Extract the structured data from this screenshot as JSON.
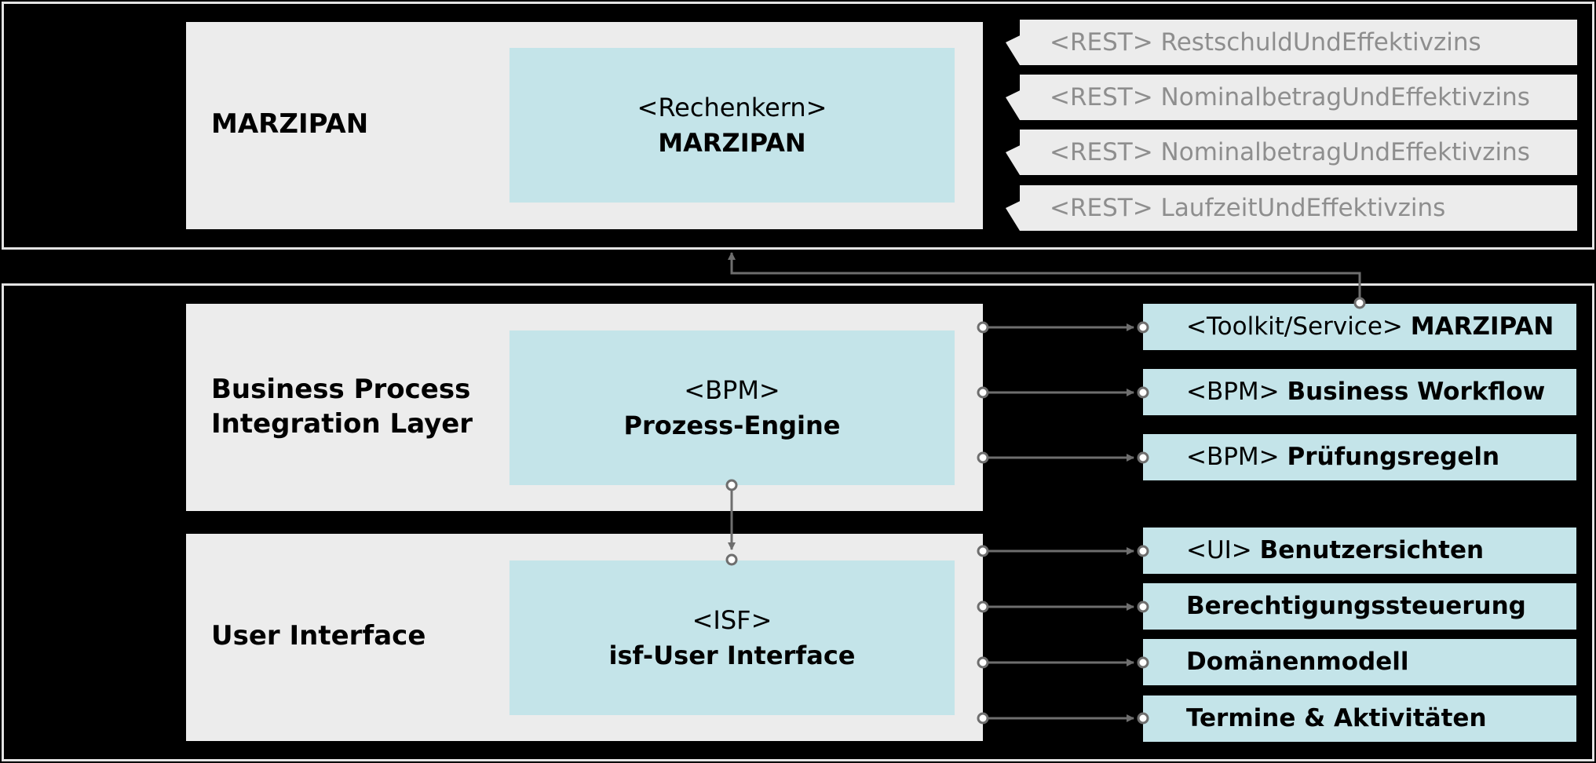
{
  "marzipan_layer": {
    "label": "MARZIPAN",
    "component": {
      "stereotype": "<Rechenkern>",
      "name": "MARZIPAN"
    },
    "interfaces": [
      {
        "label": "<REST> RestschuldUndEffektivzins"
      },
      {
        "label": "<REST> NominalbetragUndEffektivzins"
      },
      {
        "label": "<REST> NominalbetragUndEffektivzins"
      },
      {
        "label": "<REST> LaufzeitUndEffektivzins"
      }
    ]
  },
  "bpi_layer": {
    "label": "Business Process\nIntegration Layer",
    "component": {
      "stereotype": "<BPM>",
      "name": "Prozess-Engine"
    },
    "services": [
      {
        "stereotype": "<Toolkit/Service> ",
        "name": "MARZIPAN"
      },
      {
        "stereotype": "<BPM> ",
        "name": "Business Workflow"
      },
      {
        "stereotype": "<BPM> ",
        "name": "Prüfungsregeln"
      }
    ]
  },
  "ui_layer": {
    "label": "User Interface",
    "component": {
      "stereotype": "<ISF>",
      "name": "isf-User Interface"
    },
    "services": [
      {
        "stereotype": "<UI> ",
        "name": "Benutzersichten"
      },
      {
        "stereotype": "",
        "name": "Berechtigungssteuerung"
      },
      {
        "stereotype": "",
        "name": "Domänenmodell"
      },
      {
        "stereotype": "",
        "name": "Termine & Aktivitäten"
      }
    ]
  },
  "colors": {
    "background": "#000000",
    "panel": "#ececec",
    "component": "#c4e4e9",
    "rest_text": "#8e8e8e",
    "connector": "#6e6e6e"
  }
}
